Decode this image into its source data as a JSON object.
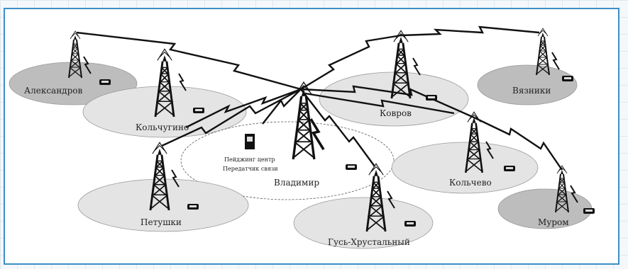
{
  "diagram": {
    "center_label_line1": "Пейджинг центр",
    "center_label_line2": "Передатчик связи",
    "cells": [
      {
        "id": "aleksandrov",
        "label": "Александров",
        "fill": "#bdbdbd"
      },
      {
        "id": "kolchugino",
        "label": "Кольчугино",
        "fill": "#e4e4e4"
      },
      {
        "id": "vladimir",
        "label": "Владимир",
        "fill": "#ffffff"
      },
      {
        "id": "kovrov",
        "label": "Ковров",
        "fill": "#e4e4e4"
      },
      {
        "id": "vyazniki",
        "label": "Вязники",
        "fill": "#bdbdbd"
      },
      {
        "id": "kolchevo",
        "label": "Кольчево",
        "fill": "#e4e4e4"
      },
      {
        "id": "murom",
        "label": "Муром",
        "fill": "#bdbdbd"
      },
      {
        "id": "petushki",
        "label": "Петушки",
        "fill": "#e4e4e4"
      },
      {
        "id": "gus",
        "label": "Гусь-Хрустальный",
        "fill": "#e4e4e4"
      }
    ]
  },
  "colors": {
    "frame_border": "#3b8fc7",
    "tower": "#111111",
    "link": "#111111"
  }
}
